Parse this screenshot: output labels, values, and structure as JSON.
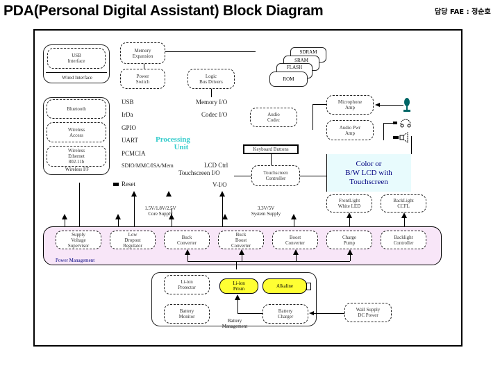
{
  "header": {
    "title": "PDA(Personal Digital Assistant)  Block Diagram",
    "fae": "담당 FAE : 정순호"
  },
  "colors": {
    "power_bg": "#f8e6f8",
    "lcd_bg": "#e8fbfd",
    "lcd_text": "#000080",
    "processing_text": "#33cccc",
    "battery": "#ffff33",
    "mic_icon": "#006666"
  },
  "blocks": {
    "usb_interface": "USB\nInterface",
    "wired_interface": "Wired Interface",
    "memory_expansion": "Memory\nExpansion",
    "power_switch": "Power\nSwitch",
    "logic_bus_drivers": "Logic\nBus Drivers",
    "sdram": "SDRAM",
    "sram": "SRAM",
    "flash": "FLASH",
    "rom": "ROM",
    "bluetooth": "Bluetooth",
    "wireless_access": "Wireless\nAccess",
    "wireless_ethernet": "Wireless\nEthernet\n802.11b",
    "wireless_if": "Wireless I/F",
    "audio_codec": "Audio\nCodec",
    "microphone_amp": "Microphone\nAmp",
    "audio_pwr_amp": "Audio Pwr\nAmp",
    "keyboard_buttons": "Keyboard Buttons",
    "touchscreen_controller": "Touchscreen\nController",
    "lcd": [
      "Color or",
      "B/W LCD with",
      "Touchscreen"
    ],
    "frontlight": "FrontLight\nWhite LED",
    "backlight": "BackLight\nCCFL",
    "processing_unit": [
      "Processing",
      "Unit"
    ]
  },
  "cpu_ports": {
    "left": [
      "USB",
      "IrDa",
      "GPIO",
      "UART",
      "PCMCIA",
      "SDIO/MMC/ISA/Mem"
    ],
    "right": [
      "Memory I/O",
      "Codec I/O",
      "LCD Ctrl",
      "Touchscreen I/O",
      "V-I/O"
    ],
    "reset": "Reset"
  },
  "supplies": {
    "core": "1.5V/1.8V/2.5V\nCore Supply",
    "system": "3.3V/5V\nSystem Supply"
  },
  "power_management": {
    "label": "Power Management",
    "blocks": [
      "Supply\nVoltage\nSupervisor",
      "Low\nDropout\nRegulator",
      "Buck\nConverter",
      "Buck\nBoost\nConverter",
      "Boost\nConverter",
      "Charge\nPump",
      "Backlight\nController"
    ]
  },
  "battery_management": {
    "label": "Battery\nManagement",
    "protector": "Li-ion\nProtector",
    "monitor": "Battery\nMonitor",
    "charger": "Battery\nCharger",
    "li_ion": "Li-ion\nPrism",
    "alkaline": "Alkaline",
    "wall_supply": "Wall Supply\nDC Power"
  }
}
